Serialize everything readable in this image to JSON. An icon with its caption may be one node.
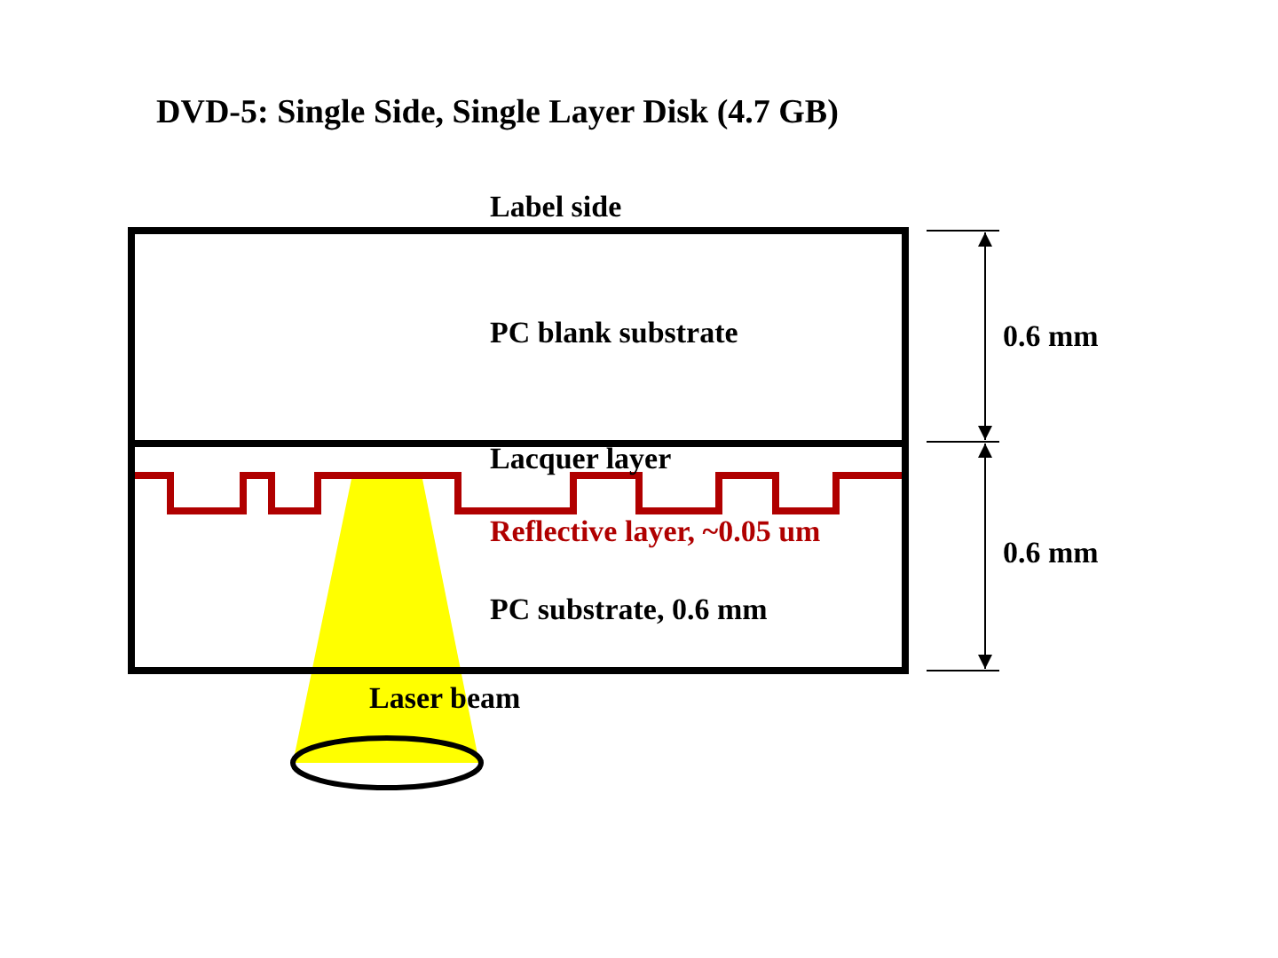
{
  "diagram": {
    "title": "DVD-5: Single Side, Single Layer Disk (4.7 GB)",
    "nodes": [
      {
        "text": [
          "PC blank substrate"
        ]
      },
      {
        "text": [
          "Lacquer layer",
          "Reflective layer, ~0.05 um",
          "PC substrate, 0.6 mm"
        ]
      }
    ],
    "labels": [
      "Label side",
      "0.6 mm",
      "0.6 mm",
      "Laser beam"
    ]
  }
}
